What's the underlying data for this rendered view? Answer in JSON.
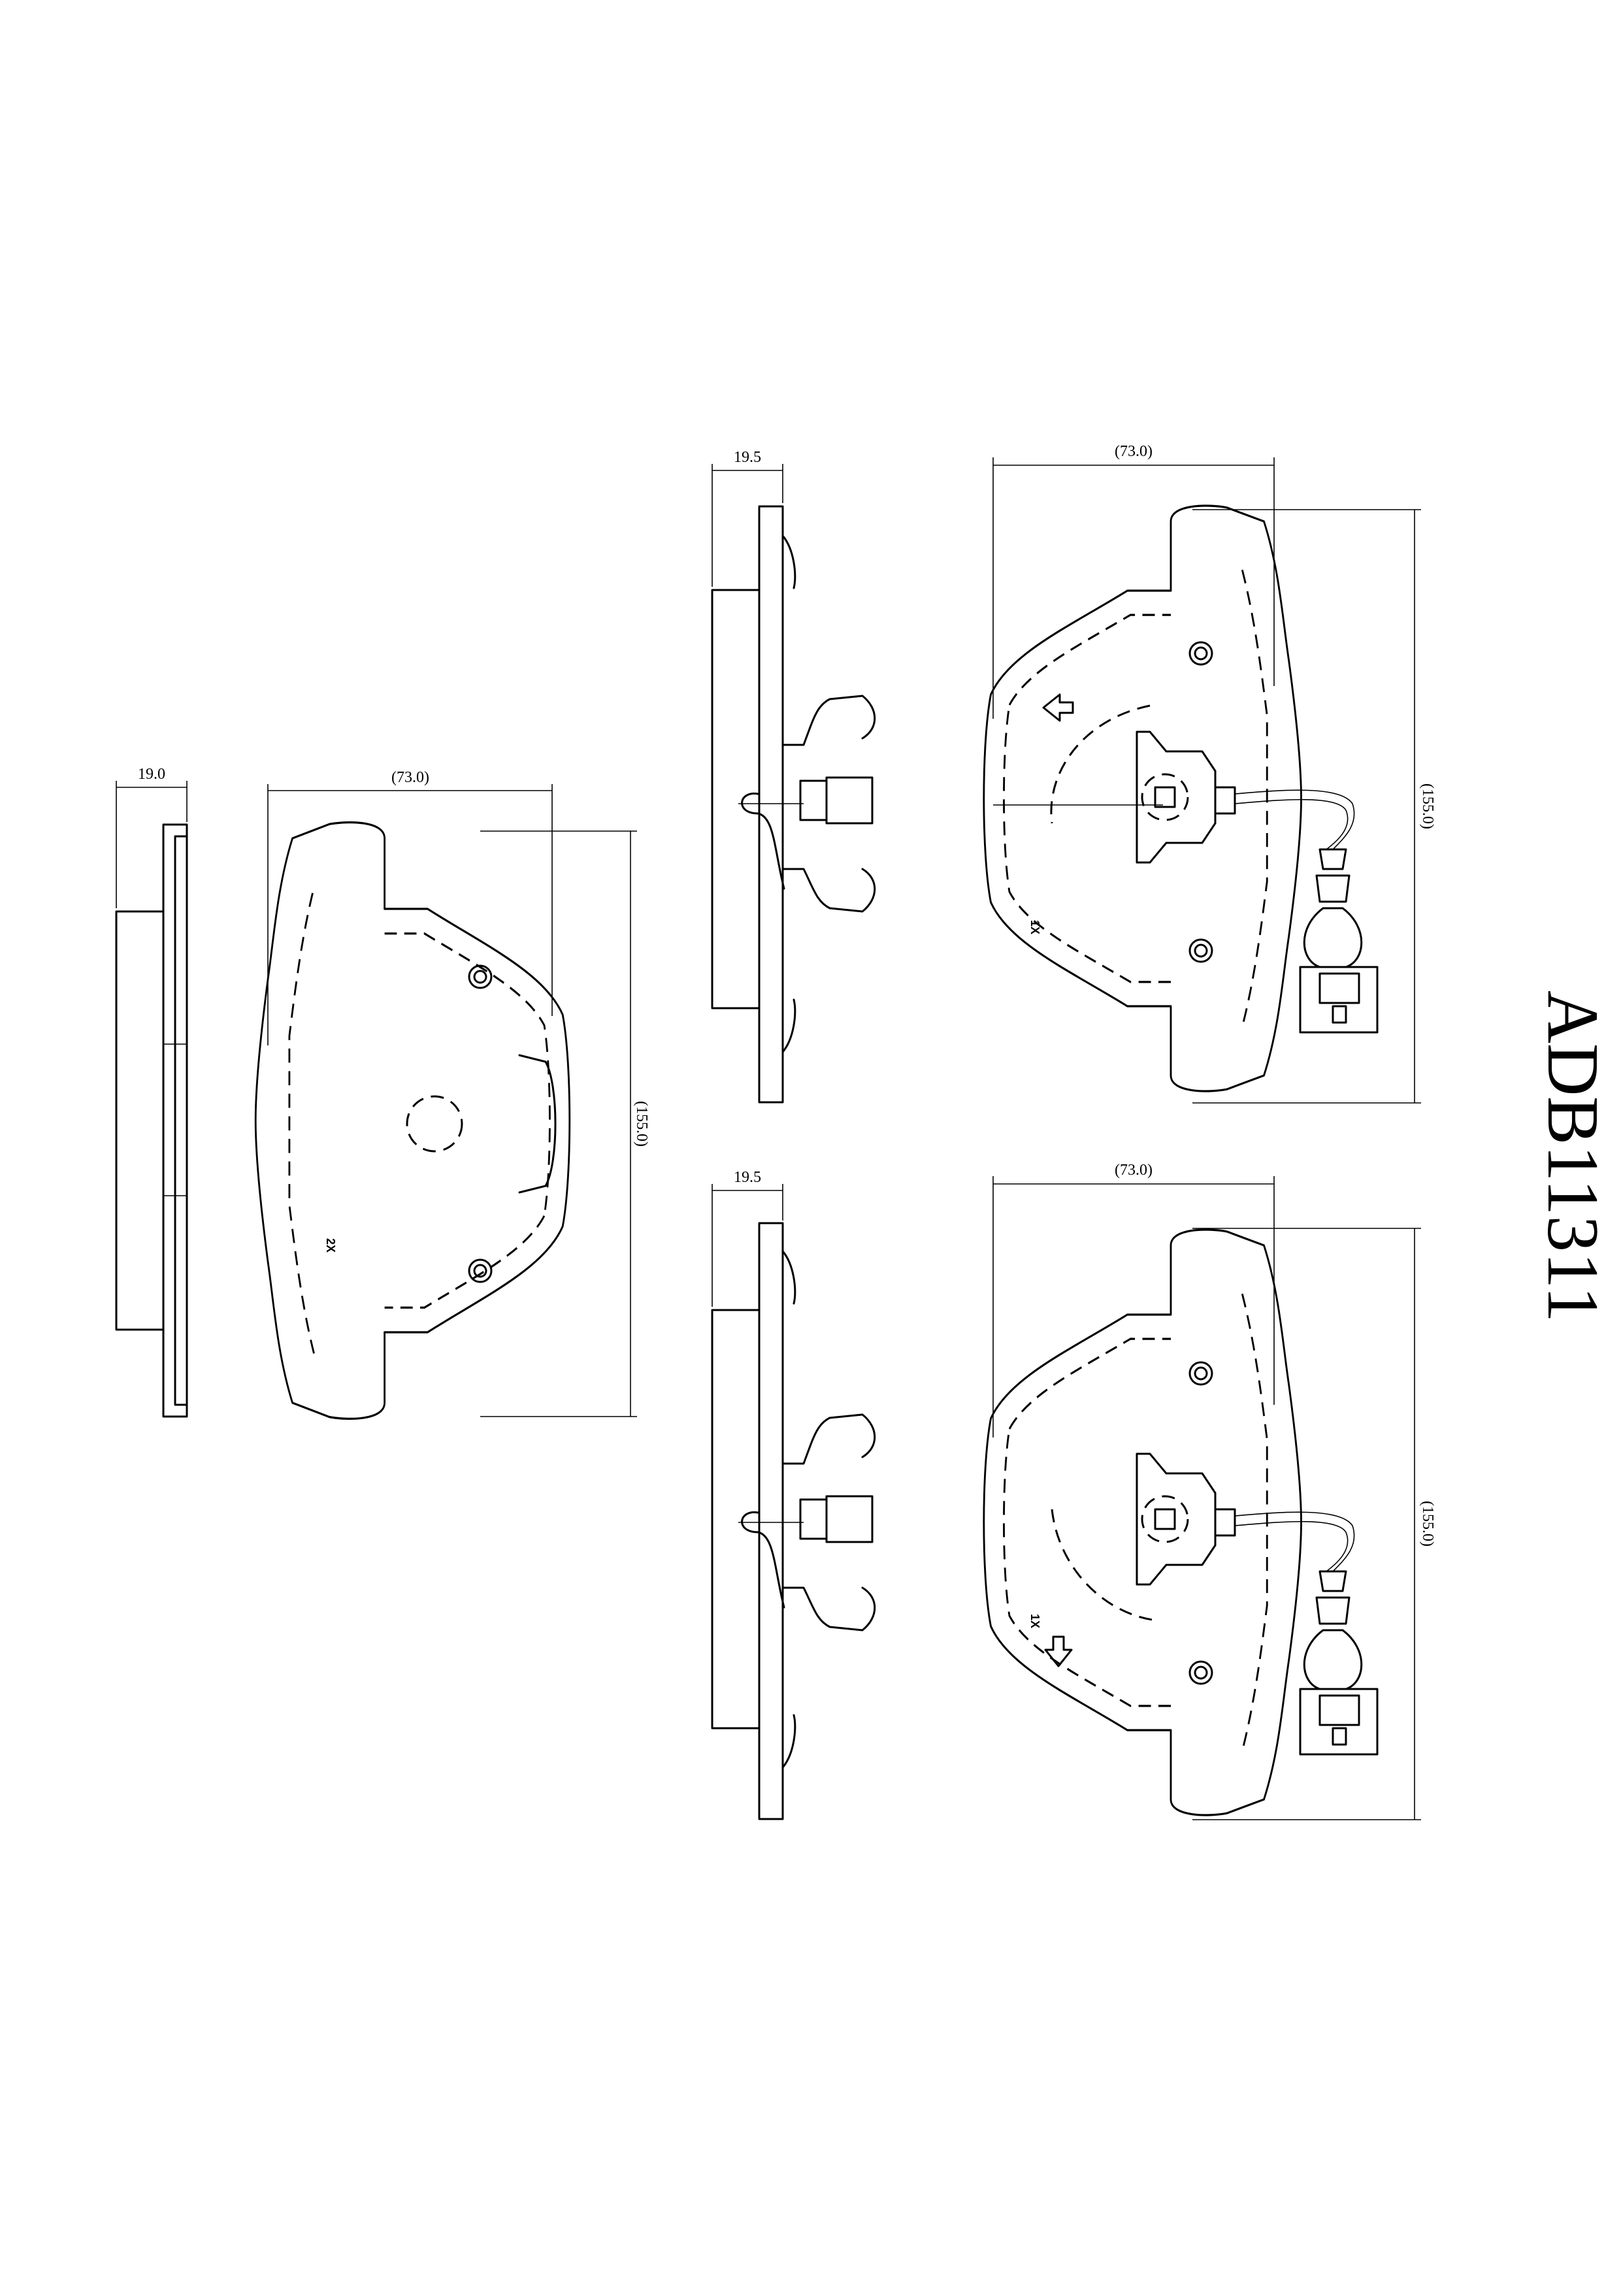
{
  "part_number": "ADB11311",
  "views": {
    "left_pad": {
      "thickness": "19.0",
      "width": "(73.0)",
      "height": "(155.0)",
      "quantity": "2X"
    },
    "top_right_pad": {
      "thickness": "19.5",
      "width": "(73.0)",
      "height": "(155.0)",
      "quantity": "1X"
    },
    "bottom_right_pad": {
      "thickness": "19.5",
      "width": "(73.0)",
      "height": "(155.0)",
      "quantity": "1X"
    }
  },
  "icons": {
    "direction_arrow_top": "arrow-up-icon",
    "direction_arrow_bottom": "arrow-down-icon",
    "wear_sensor": "wear-sensor-connector-icon"
  }
}
